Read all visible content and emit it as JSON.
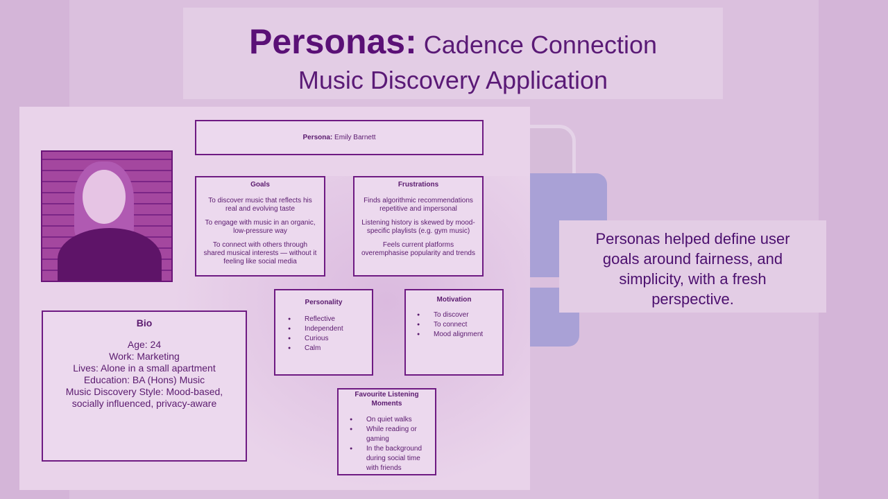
{
  "title": {
    "bold": "Personas:",
    "rest": "Cadence Connection",
    "line2": "Music Discovery Application"
  },
  "persona": {
    "label": "Persona:",
    "name": "Emily Barnett"
  },
  "goals": {
    "title": "Goals",
    "items": [
      "To discover music that reflects his real and evolving taste",
      "To engage with music in an organic, low-pressure way",
      "To connect with others through shared musical interests — without it feeling like social media"
    ]
  },
  "frustrations": {
    "title": "Frustrations",
    "items": [
      "Finds algorithmic recommendations repetitive and impersonal",
      "Listening history is skewed by mood-specific playlists (e.g. gym music)",
      "Feels current platforms overemphasise popularity and trends"
    ]
  },
  "bio": {
    "title": "Bio",
    "lines": [
      "Age: 24",
      "Work: Marketing",
      "Lives: Alone in a small apartment",
      "Education: BA (Hons) Music",
      "Music Discovery Style: Mood-based, socially influenced, privacy-aware"
    ]
  },
  "personality": {
    "title": "Personality",
    "items": [
      "Reflective",
      "Independent",
      "Curious",
      "Calm"
    ]
  },
  "motivation": {
    "title": "Motivation",
    "items": [
      "To discover",
      "To connect",
      "Mood alignment"
    ]
  },
  "favourite": {
    "title": "Favourite Listening Moments",
    "items": [
      "On quiet walks",
      "While reading or gaming",
      "In the background during social time with friends"
    ]
  },
  "note": {
    "text": "Personas helped define user goals around fairness, and simplicity, with a fresh perspective."
  },
  "colors": {
    "background": "#d4b5d8",
    "accent": "#5a1076",
    "card_border": "#6e1a82"
  }
}
